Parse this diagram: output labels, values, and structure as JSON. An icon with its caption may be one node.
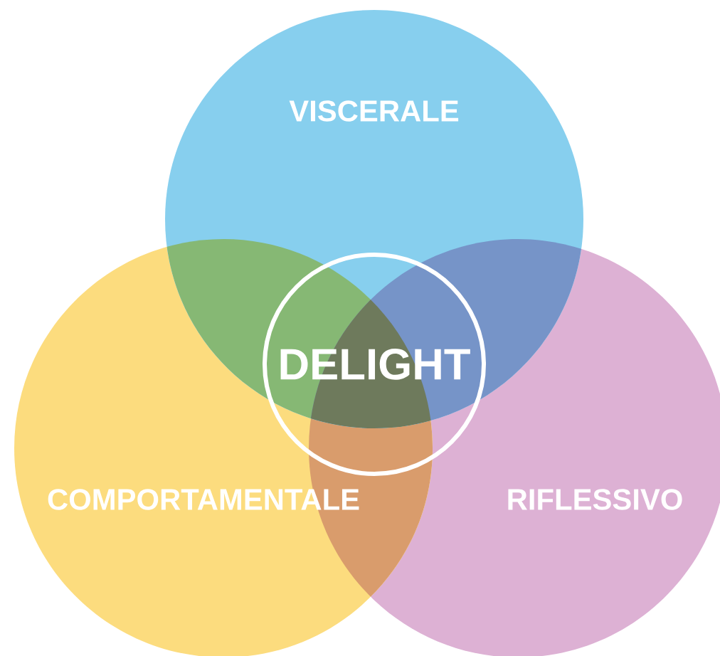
{
  "diagram": {
    "nodes": [
      {
        "text": [
          "VISCERALE"
        ]
      },
      {
        "text": [
          "DELIGHT"
        ]
      },
      {
        "text": [
          "COMPORTAMENTALE"
        ]
      },
      {
        "text": [
          "RIFLESSIVO"
        ]
      }
    ]
  }
}
